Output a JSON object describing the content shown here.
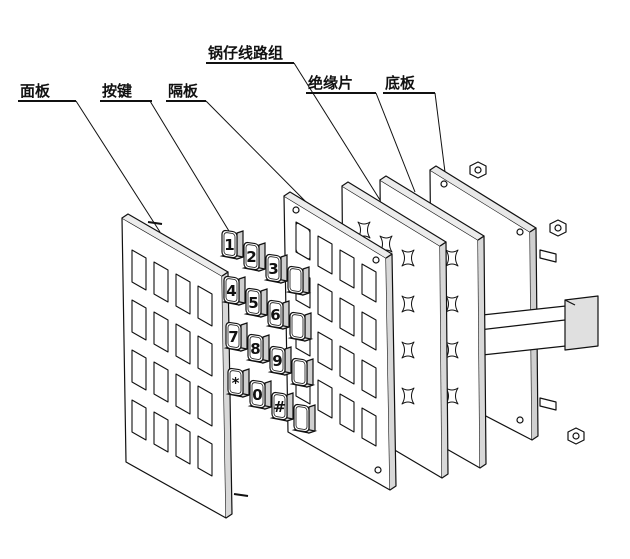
{
  "labels": {
    "panel": "面板",
    "keys": "按键",
    "spacer": "隔板",
    "pcb": "锅仔线路组",
    "insulator": "绝缘片",
    "base": "底板"
  },
  "keypad": {
    "rows": [
      [
        "1",
        "2",
        "3",
        ""
      ],
      [
        "4",
        "5",
        "6",
        ""
      ],
      [
        "7",
        "8",
        "9",
        ""
      ],
      [
        "*",
        "0",
        "#",
        ""
      ]
    ]
  },
  "colors": {
    "line": "#111111",
    "fill": "#ffffff",
    "shade": "#d9d9d9"
  }
}
